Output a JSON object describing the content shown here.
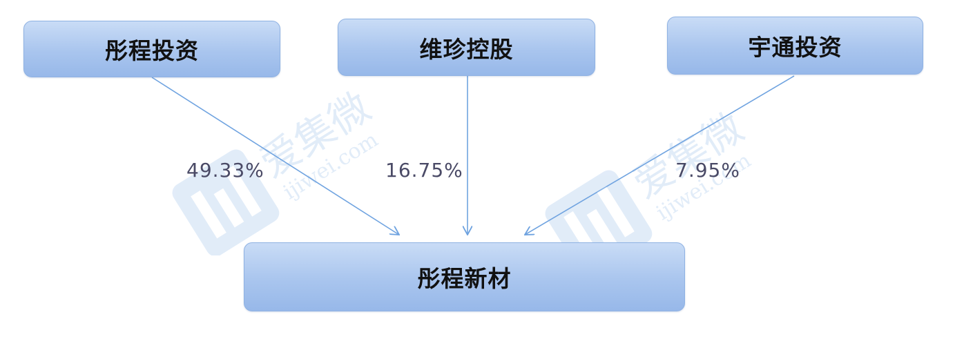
{
  "diagram": {
    "sources": [
      {
        "id": "n1",
        "label": "彤程投资"
      },
      {
        "id": "n2",
        "label": "维珍控股"
      },
      {
        "id": "n3",
        "label": "宇通投资"
      }
    ],
    "target": {
      "id": "n4",
      "label": "彤程新材"
    },
    "edges": [
      {
        "from": "n1",
        "to": "n4",
        "label": "49.33%"
      },
      {
        "from": "n2",
        "to": "n4",
        "label": "16.75%"
      },
      {
        "from": "n3",
        "to": "n4",
        "label": "7.95%"
      }
    ]
  },
  "watermark": {
    "brand": "爱集微",
    "url": "ijiwei.com"
  },
  "colors": {
    "node_fill": "#a9c5ee",
    "node_border": "#8fb2e3",
    "arrow": "#6fa3e0",
    "label_text": "#4a4a66"
  }
}
